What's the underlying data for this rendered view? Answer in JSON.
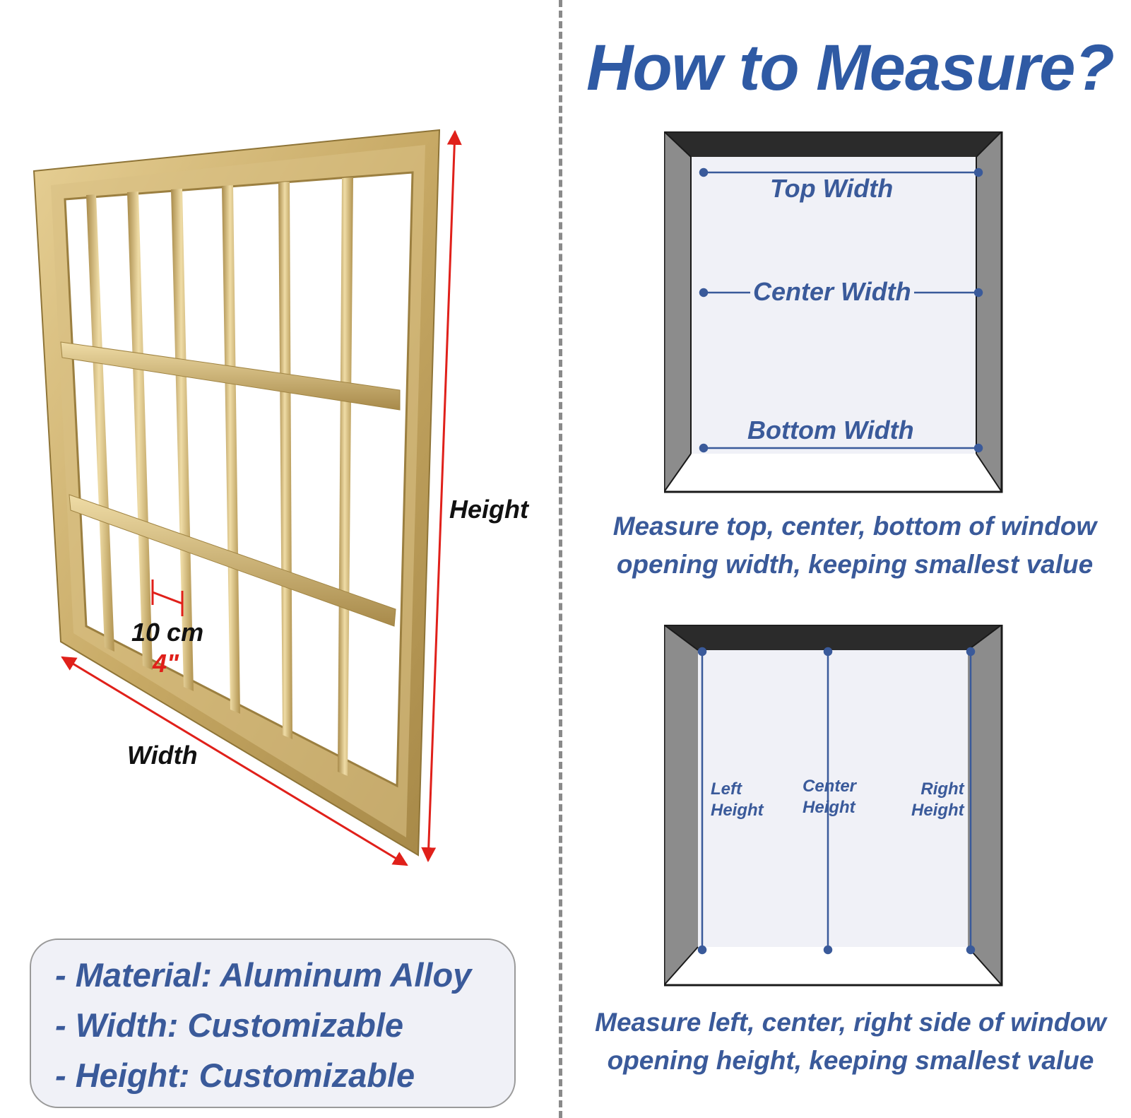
{
  "title": "How to Measure?",
  "width_diagram": {
    "labels": {
      "top": "Top Width",
      "center": "Center Width",
      "bottom": "Bottom Width"
    },
    "caption_line1": "Measure top, center, bottom of window",
    "caption_line2": "opening width, keeping smallest value"
  },
  "height_diagram": {
    "labels": {
      "left_1": "Left",
      "left_2": "Height",
      "center_1": "Center",
      "center_2": "Height",
      "right_1": "Right",
      "right_2": "Height"
    },
    "caption_line1": "Measure left, center, right side of window",
    "caption_line2": "opening height, keeping smallest value"
  },
  "product": {
    "height_label": "Height",
    "width_label": "Width",
    "spacing_metric": "10 cm",
    "spacing_imperial": "4\""
  },
  "specs": [
    "- Material: Aluminum Alloy",
    "- Width: Customizable",
    "- Height: Customizable"
  ],
  "colors": {
    "accent_blue": "#3a5a9a",
    "title_blue": "#2f5aa4",
    "arrow_red": "#e0201a",
    "frame_gold": "#c9ad6a"
  }
}
